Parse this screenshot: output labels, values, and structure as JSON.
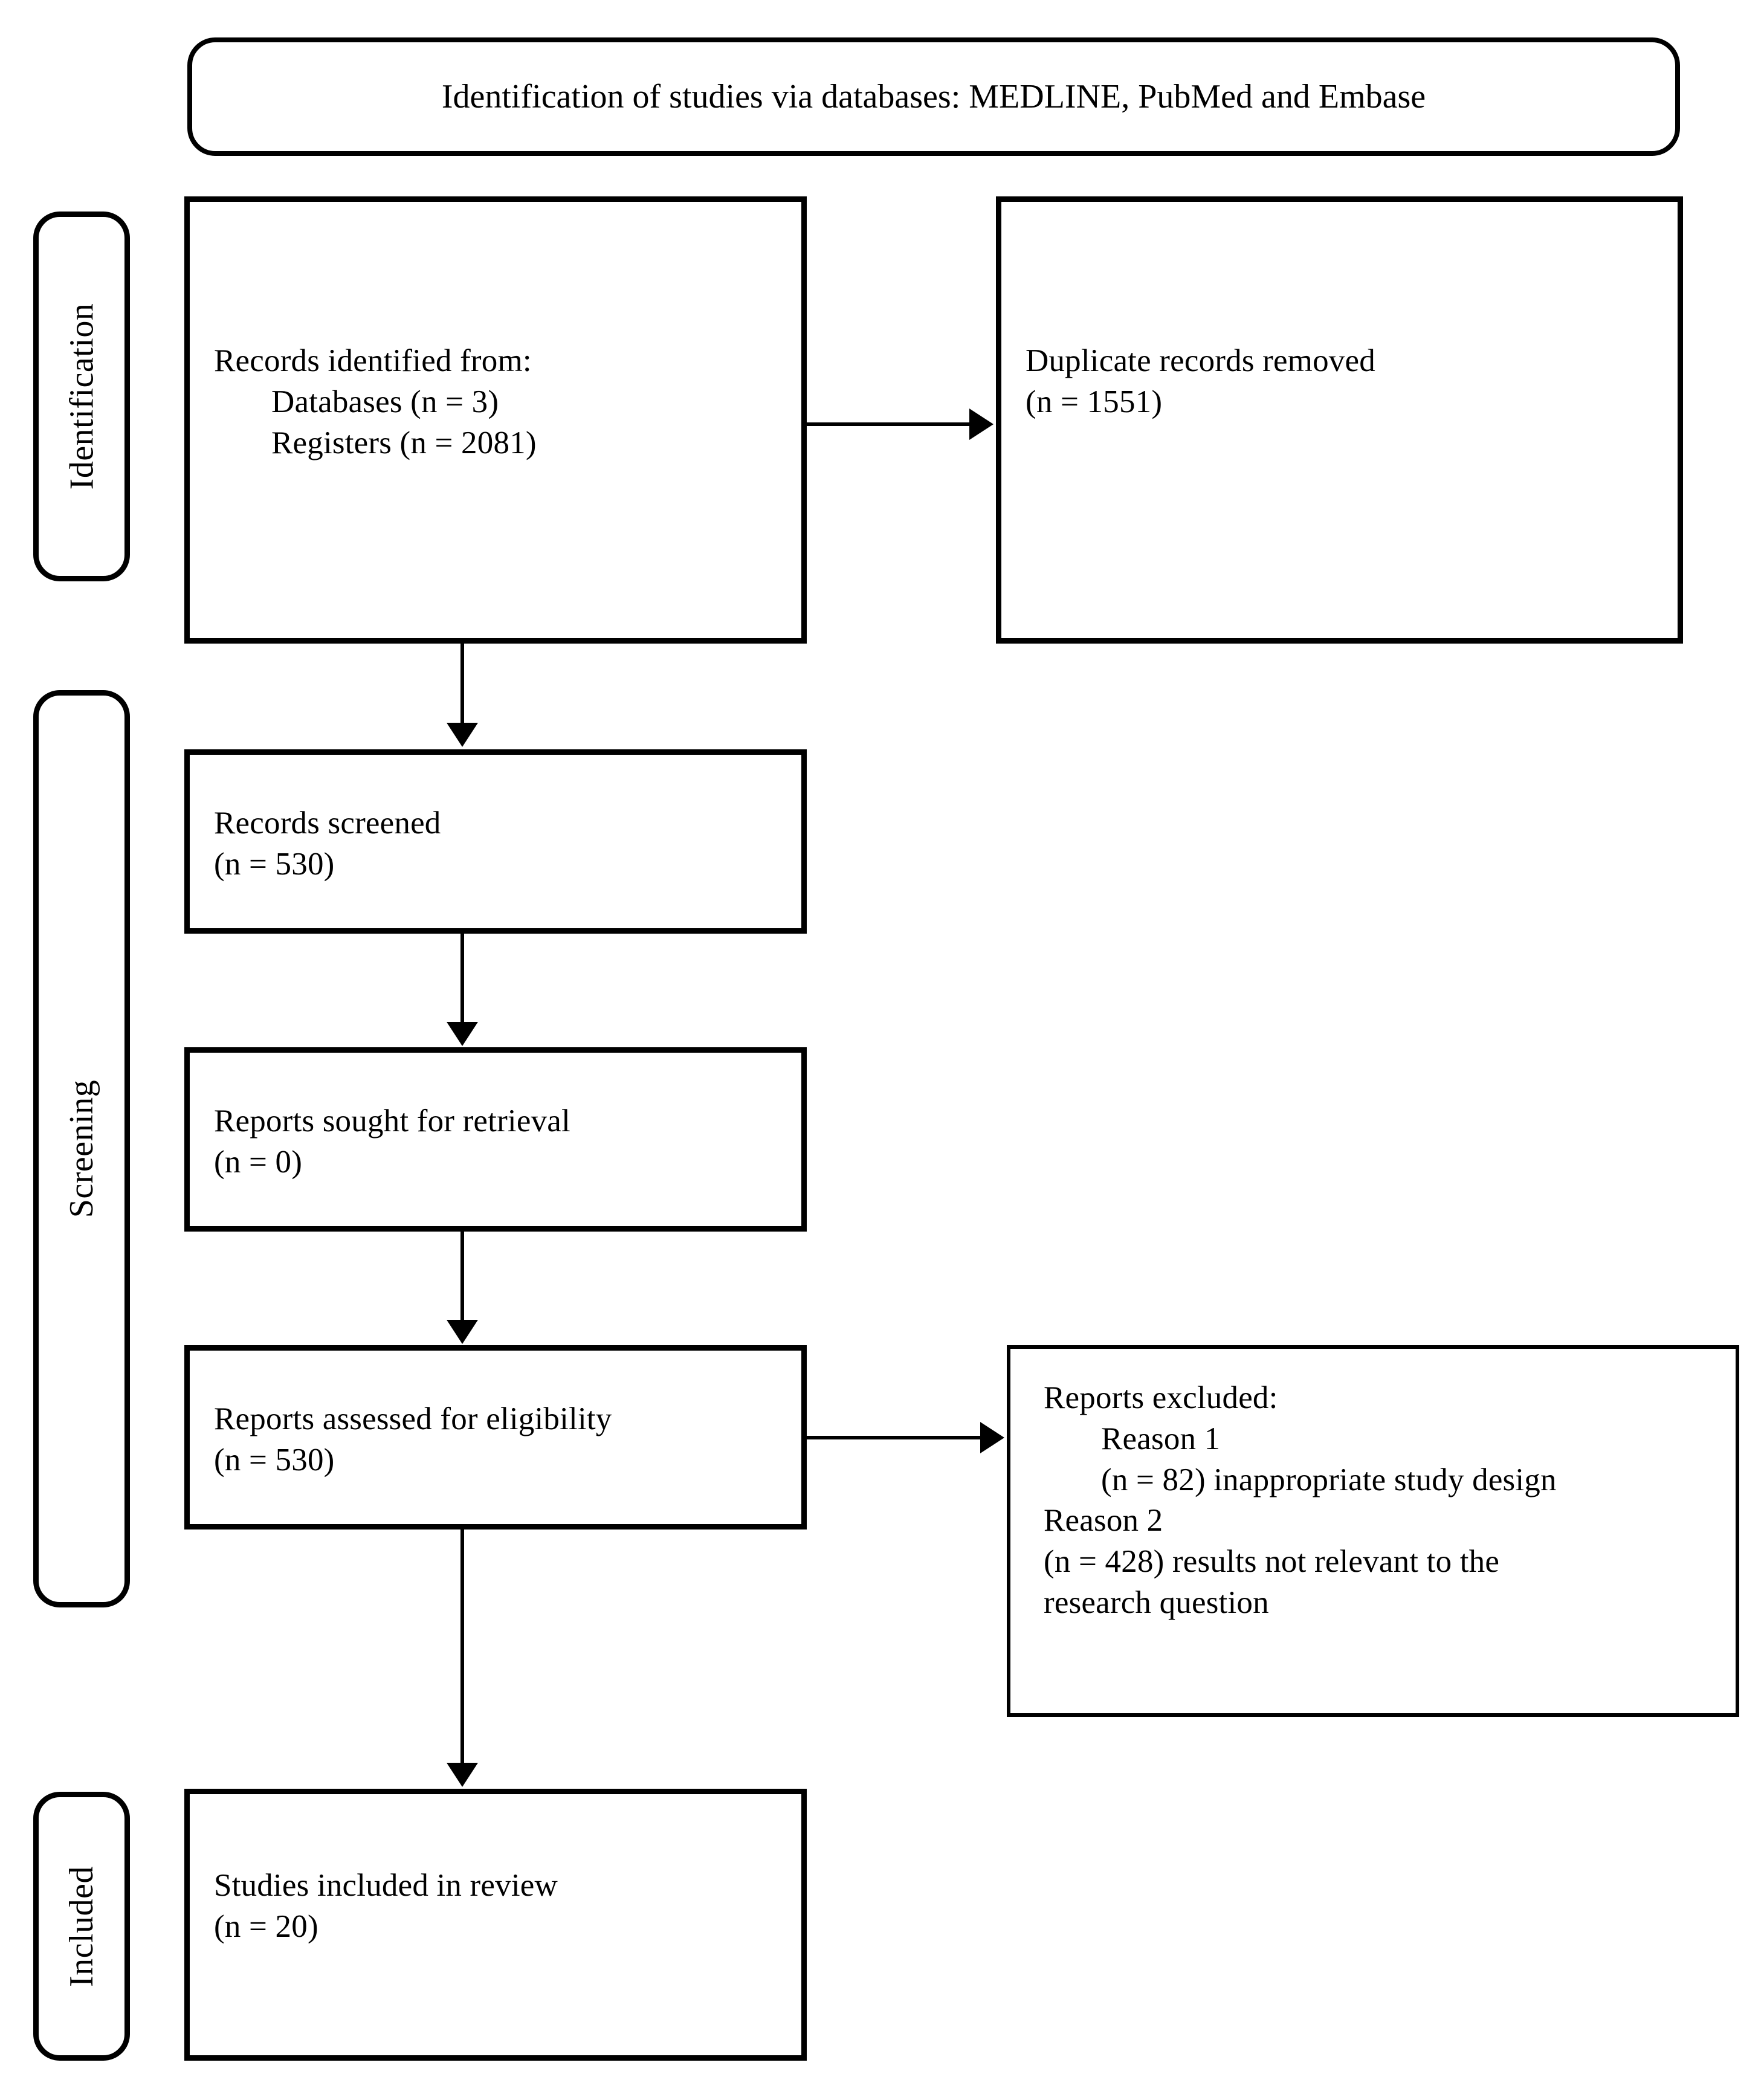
{
  "diagram": {
    "type": "prisma-flow-diagram",
    "title": "Identification of studies via databases: MEDLINE, PubMed and Embase",
    "stages": [
      {
        "id": "identification",
        "label": "Identification"
      },
      {
        "id": "screening",
        "label": "Screening"
      },
      {
        "id": "included",
        "label": "Included"
      }
    ],
    "boxes": {
      "records_identified": {
        "heading": "Records identified from:",
        "line_databases": "Databases (n = 3)",
        "line_registers": "Registers (n = 2081)"
      },
      "duplicates_removed": {
        "heading": "Duplicate records removed",
        "count": "(n = 1551)"
      },
      "records_screened": {
        "heading": "Records screened",
        "count": "(n = 530)"
      },
      "reports_sought": {
        "heading": "Reports sought for retrieval",
        "count": "(n = 0)"
      },
      "reports_assessed": {
        "heading": "Reports assessed for eligibility",
        "count": "(n = 530)"
      },
      "reports_excluded": {
        "heading": "Reports excluded:",
        "reason_1_label": "Reason 1",
        "reason_1_detail": "(n = 82) inappropriate study design",
        "reason_2_label": "Reason 2",
        "reason_2_detail": "(n = 428) results not relevant to the",
        "reason_2_detail_cont": "research question"
      },
      "studies_included": {
        "heading": "Studies included in review",
        "count": "(n = 20)"
      }
    },
    "colors": {
      "stroke": "#000000",
      "fill": "#ffffff",
      "text": "#000000"
    }
  }
}
